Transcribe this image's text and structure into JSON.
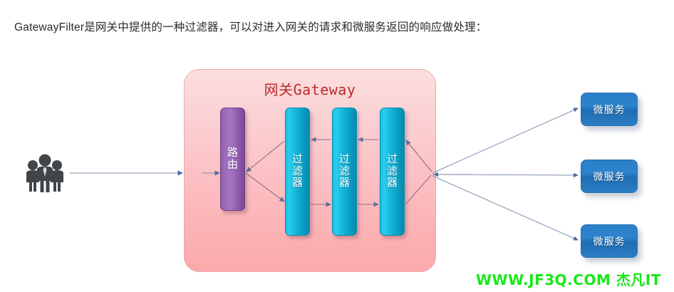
{
  "page": {
    "caption": "GatewayFilter是网关中提供的一种过滤器，可以对进入网关的请求和微服务返回的响应做处理："
  },
  "diagram": {
    "client": {
      "icon": "people-group-icon"
    },
    "gateway": {
      "title": "网关Gateway",
      "container_color": "#fbc0c4",
      "title_color": "#b92b2b",
      "route": {
        "label": "路由",
        "color": "#9a6ab8"
      },
      "filters": [
        {
          "label": "过滤器",
          "color": "#17bde2"
        },
        {
          "label": "过滤器",
          "color": "#17bde2"
        },
        {
          "label": "过滤器",
          "color": "#17bde2"
        }
      ]
    },
    "microservices": [
      {
        "label": "微服务",
        "color": "#2a7fc9"
      },
      {
        "label": "微服务",
        "color": "#2a7fc9"
      },
      {
        "label": "微服务",
        "color": "#2a7fc9"
      }
    ],
    "connector_color": "#6f7fa8"
  },
  "watermark": {
    "text": "WWW.JF3Q.COM 杰凡IT",
    "color": "#17e817"
  }
}
